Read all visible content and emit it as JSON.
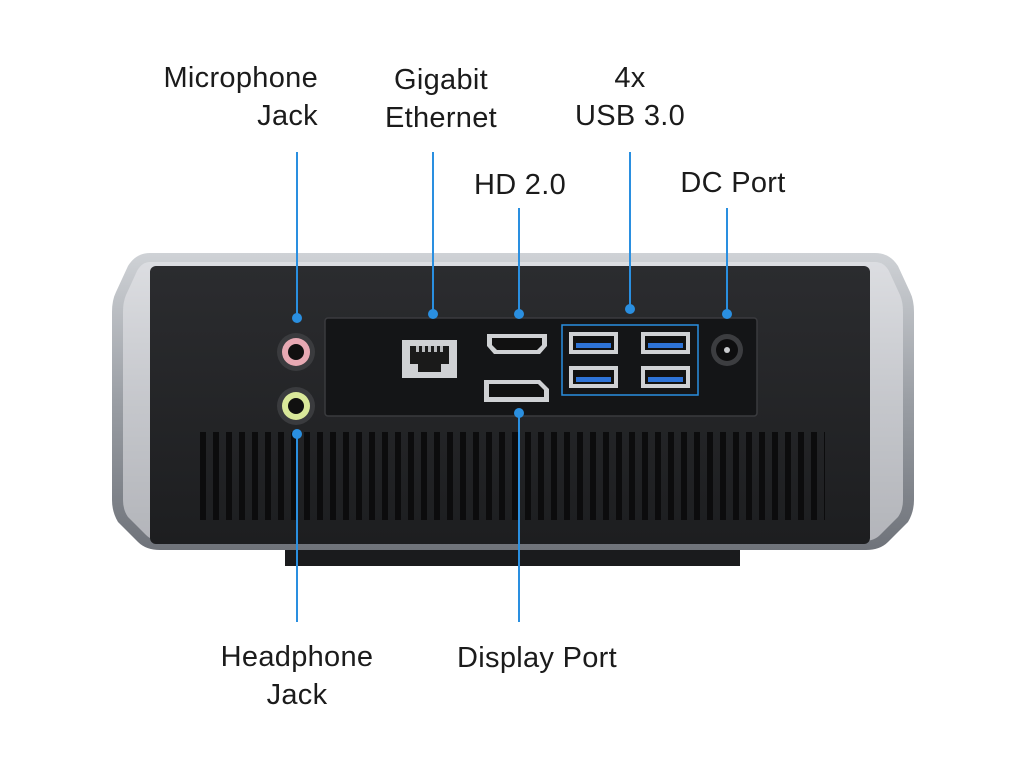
{
  "diagram": {
    "accent_color": "#2a8fe0",
    "labels": {
      "microphone_jack": [
        "Microphone",
        "Jack"
      ],
      "gigabit_ethernet": [
        "Gigabit",
        "Ethernet"
      ],
      "usb": [
        "4x",
        "USB 3.0"
      ],
      "hdmi": "HD 2.0",
      "dc_port": "DC Port",
      "headphone_jack": [
        "Headphone",
        "Jack"
      ],
      "display_port": "Display Port"
    }
  }
}
